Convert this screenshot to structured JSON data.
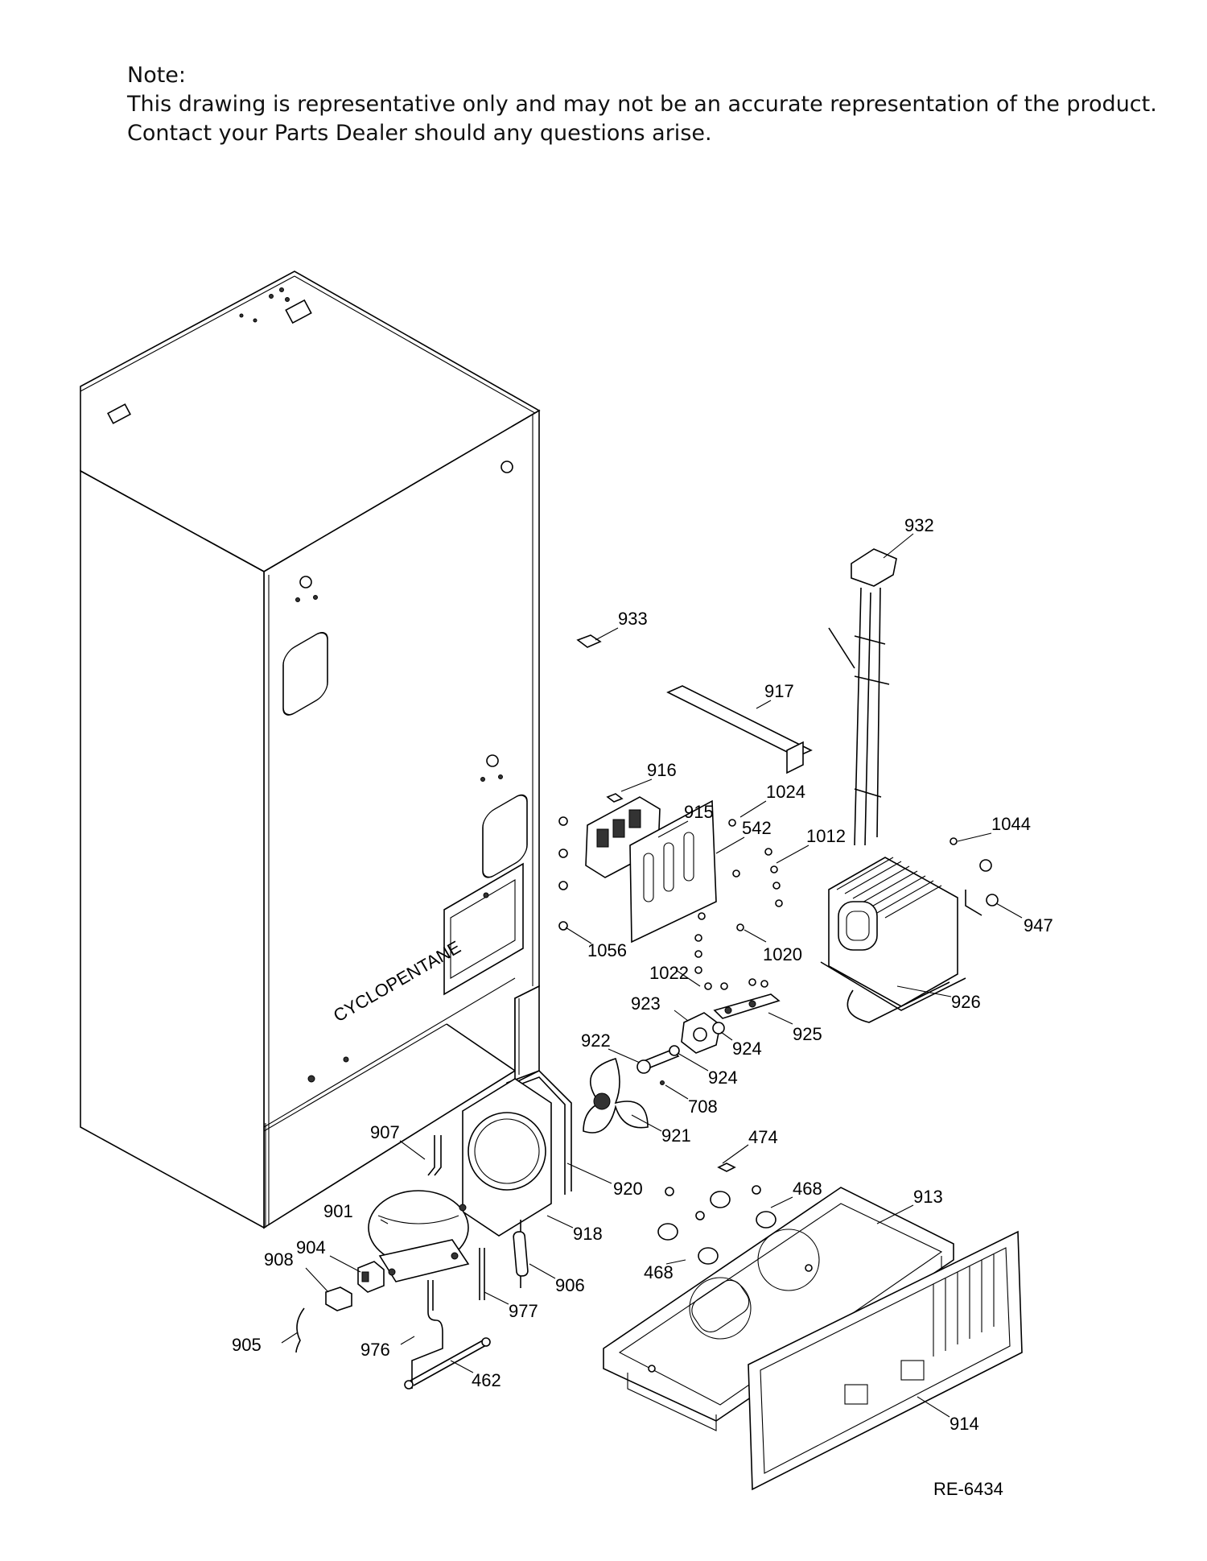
{
  "note": {
    "heading": "Note:",
    "line1": "This drawing is representative only and may not be an accurate representation of the product.",
    "line2": "Contact your Parts Dealer should any questions arise."
  },
  "cabinet_text": "CYCLOPENTANE",
  "diagram_code": "RE-6434",
  "parts": [
    {
      "number": "932"
    },
    {
      "number": "933"
    },
    {
      "number": "917"
    },
    {
      "number": "916"
    },
    {
      "number": "1024"
    },
    {
      "number": "915"
    },
    {
      "number": "542"
    },
    {
      "number": "1012"
    },
    {
      "number": "1044"
    },
    {
      "number": "947"
    },
    {
      "number": "1056"
    },
    {
      "number": "1020"
    },
    {
      "number": "1022"
    },
    {
      "number": "926"
    },
    {
      "number": "923"
    },
    {
      "number": "925"
    },
    {
      "number": "922"
    },
    {
      "number": "924"
    },
    {
      "number": "924"
    },
    {
      "number": "708"
    },
    {
      "number": "921"
    },
    {
      "number": "907"
    },
    {
      "number": "474"
    },
    {
      "number": "920"
    },
    {
      "number": "468"
    },
    {
      "number": "913"
    },
    {
      "number": "901"
    },
    {
      "number": "918"
    },
    {
      "number": "904"
    },
    {
      "number": "908"
    },
    {
      "number": "906"
    },
    {
      "number": "468"
    },
    {
      "number": "977"
    },
    {
      "number": "905"
    },
    {
      "number": "976"
    },
    {
      "number": "462"
    },
    {
      "number": "914"
    }
  ]
}
